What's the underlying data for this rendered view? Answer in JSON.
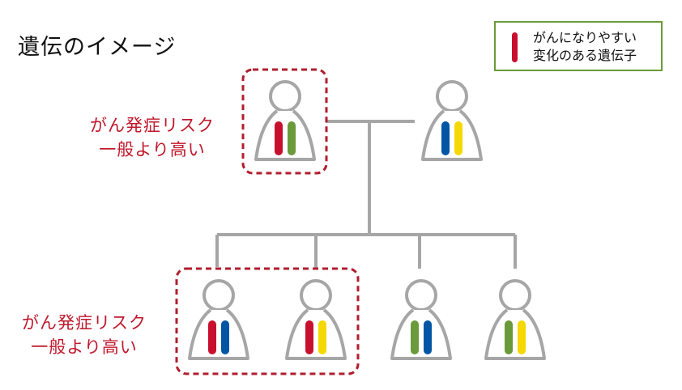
{
  "title": "遺伝のイメージ",
  "legend": {
    "line1": "がんになりやすい",
    "line2": "変化のある遺伝子",
    "swatch_color": "#c8102e"
  },
  "labels": {
    "parent_risk_line1": "がん発症リスク",
    "parent_risk_line2": "一般より高い",
    "children_risk_line1": "がん発症リスク",
    "children_risk_line2": "一般より高い"
  },
  "colors": {
    "red": "#c8102e",
    "green": "#6a9a3a",
    "blue": "#0055a5",
    "yellow": "#f5d800",
    "line": "#a6a6a6",
    "dashed_box": "#b01e2e"
  },
  "people": [
    {
      "role": "parent-left",
      "genes": [
        "red",
        "green"
      ]
    },
    {
      "role": "parent-right",
      "genes": [
        "blue",
        "yellow"
      ]
    },
    {
      "role": "child-1",
      "genes": [
        "red",
        "blue"
      ]
    },
    {
      "role": "child-2",
      "genes": [
        "red",
        "yellow"
      ]
    },
    {
      "role": "child-3",
      "genes": [
        "green",
        "blue"
      ]
    },
    {
      "role": "child-4",
      "genes": [
        "green",
        "yellow"
      ]
    }
  ]
}
